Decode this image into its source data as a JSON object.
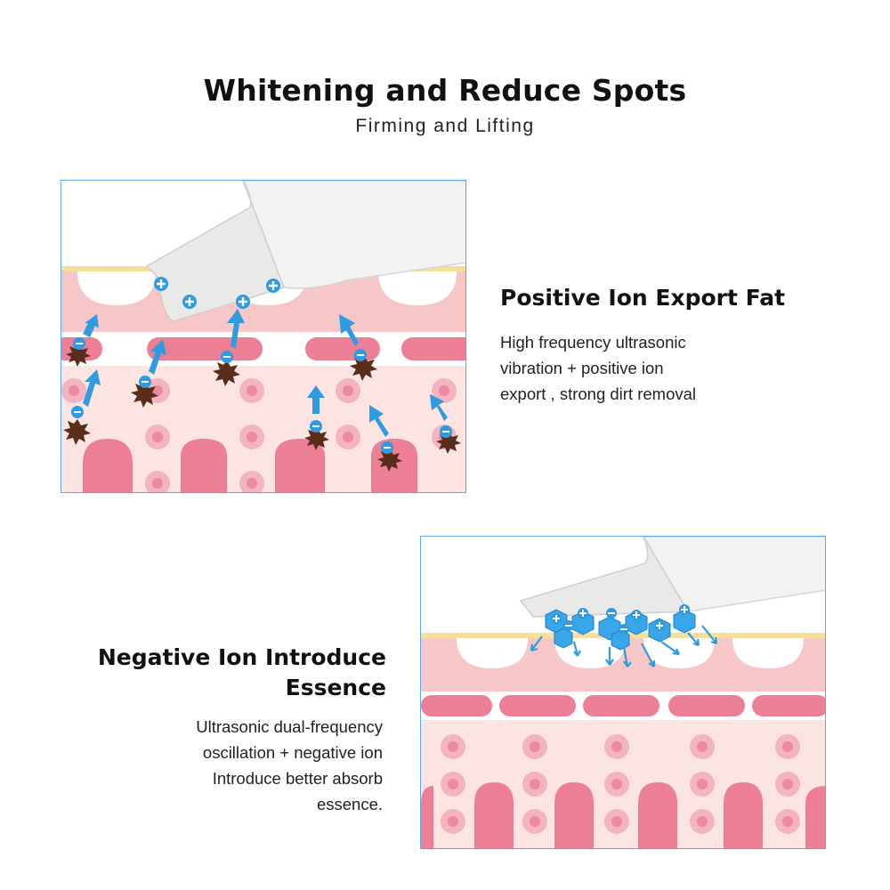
{
  "header": {
    "title": "Whitening and Reduce Spots",
    "subtitle": "Firming and Lifting"
  },
  "section_positive": {
    "heading": "Positive Ion Export Fat",
    "description_lines": [
      "High frequency ultrasonic",
      "vibration + positive ion",
      "export , strong dirt removal"
    ]
  },
  "section_negative": {
    "heading_lines": [
      "Negative Ion Introduce",
      "Essence"
    ],
    "description_lines": [
      "Ultrasonic dual-frequency",
      "oscillation + negative ion",
      "Introduce better absorb",
      "essence."
    ]
  },
  "colors": {
    "panel_border": "#5fa8e4",
    "skin_top": "#f7c6c6",
    "skin_band": "#ec7f95",
    "cell_ring": "#f3b3c0",
    "cell_core": "#eb8aa0",
    "ion_blue": "#2f9be0",
    "spot_brown": "#5a2d1a",
    "stratum_yellow": "#f6df9d"
  },
  "icons": [
    "plus-ion-icon",
    "minus-ion-icon",
    "dirt-spot-icon",
    "arrow-up-icon",
    "arrow-down-icon",
    "ultrasonic-scrubber-icon"
  ]
}
